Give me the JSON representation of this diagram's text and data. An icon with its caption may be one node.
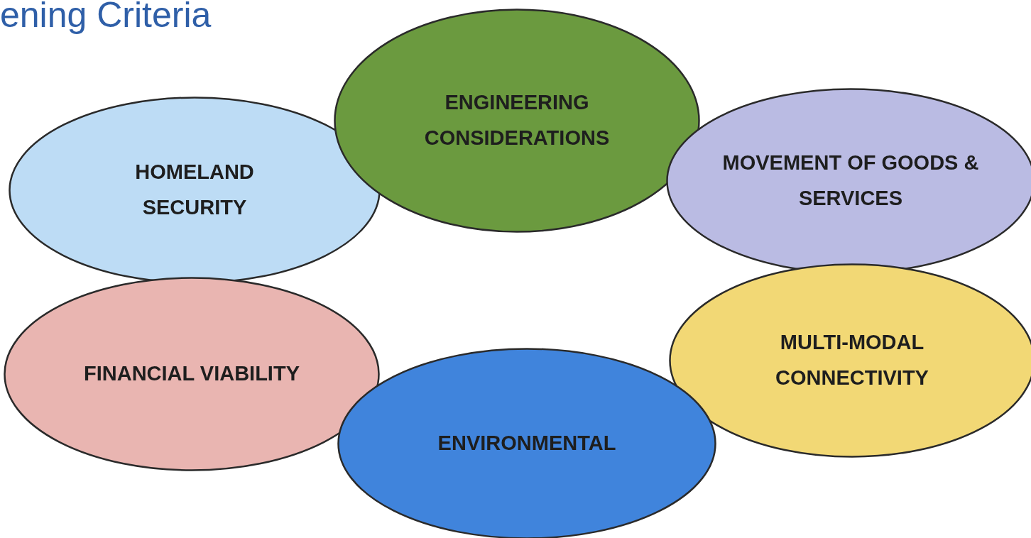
{
  "diagram": {
    "title": "ening Criteria",
    "nodes": [
      {
        "text": [
          "ENGINEERING CONSIDERATIONS"
        ]
      },
      {
        "text": [
          "HOMELAND SECURITY"
        ]
      },
      {
        "text": [
          "MOVEMENT OF GOODS & SERVICES"
        ]
      },
      {
        "text": [
          "FINANCIAL VIABILITY"
        ]
      },
      {
        "text": [
          "MULTI-MODAL CONNECTIVITY"
        ]
      },
      {
        "text": [
          "ENVIRONMENTAL"
        ]
      }
    ]
  }
}
